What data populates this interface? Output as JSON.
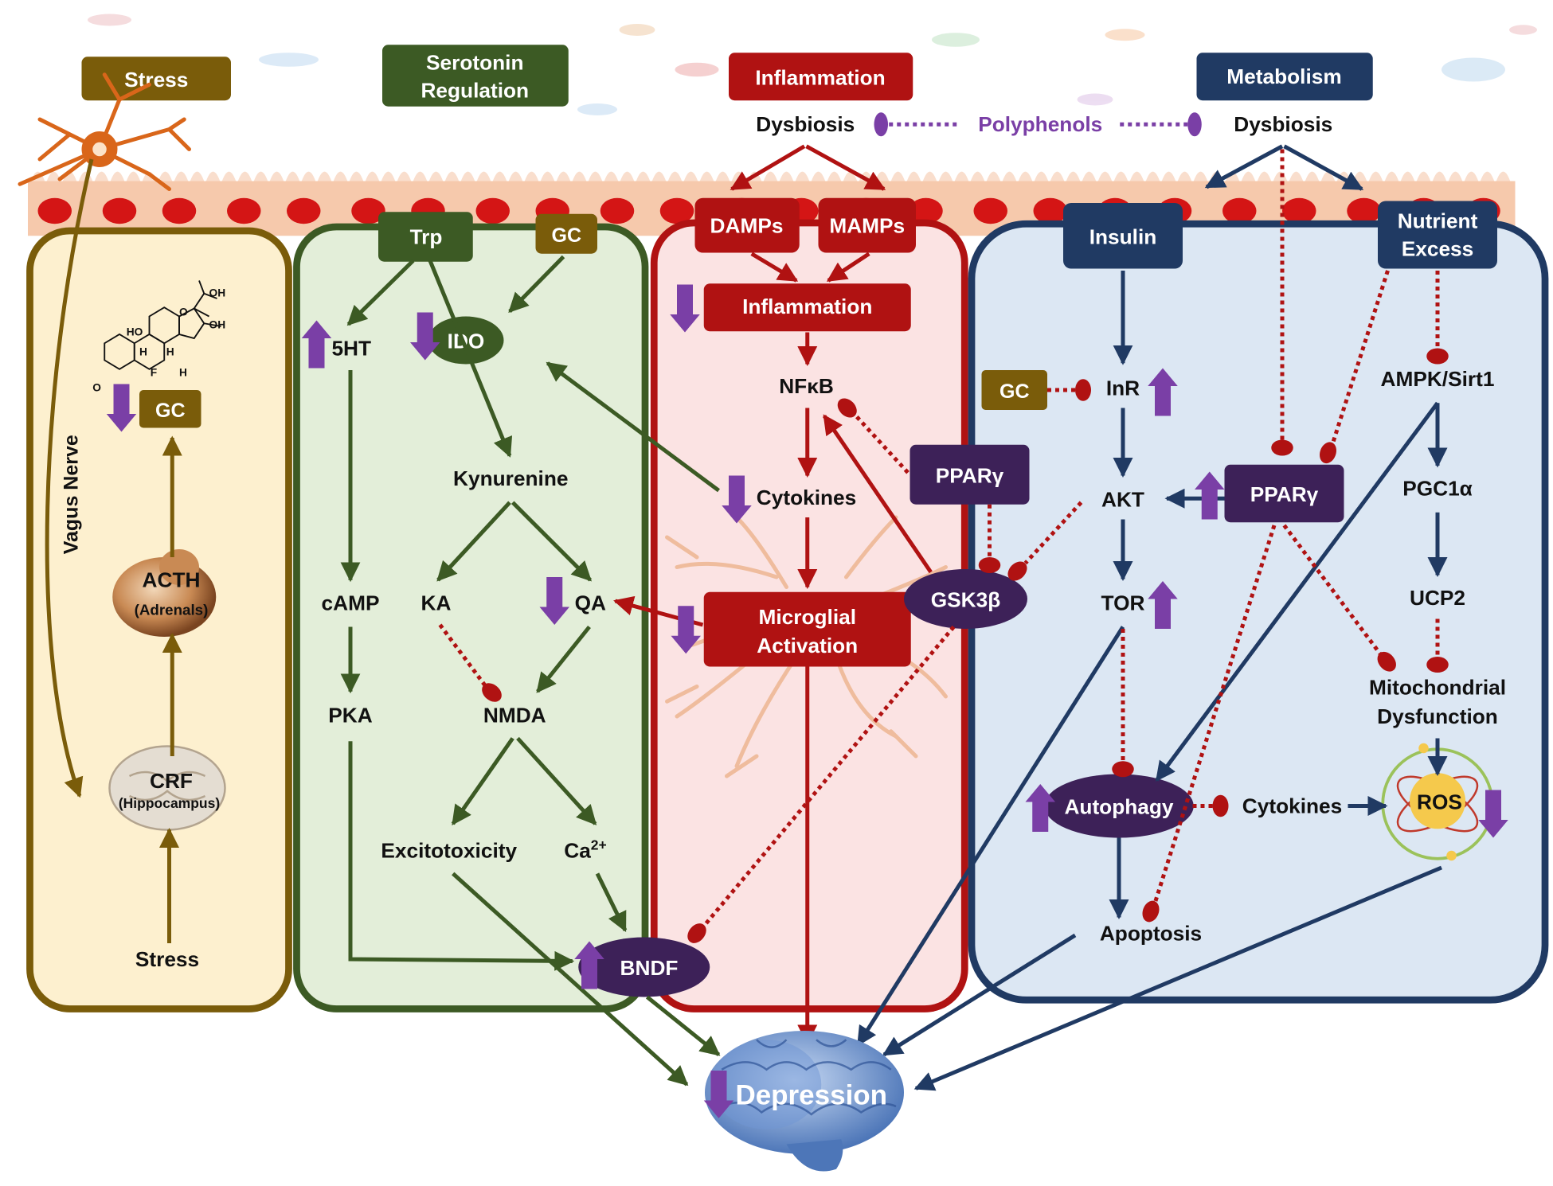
{
  "colors": {
    "stress_dark": "#7a5c0a",
    "stress_fill": "#fdf0cf",
    "serotonin_dark": "#3c5a24",
    "serotonin_fill": "#e3eed9",
    "inflammation_dark": "#b01212",
    "inflammation_fill": "#fbe3e3",
    "metabolism_dark": "#203a63",
    "metabolism_fill": "#dce7f3",
    "purple": "#3d2158",
    "arrow_purple": "#7a3fa6",
    "gut_band": "#f6c9ac",
    "blood_cell": "#d41515",
    "brain": "#6f96d3",
    "ros": "#f5c94c"
  },
  "headers": {
    "stress": "Stress",
    "serotonin_line1": "Serotonin",
    "serotonin_line2": "Regulation",
    "inflammation": "Inflammation",
    "metabolism": "Metabolism"
  },
  "top": {
    "dysbiosis_left": "Dysbiosis",
    "polyphenols": "Polyphenols",
    "dysbiosis_right": "Dysbiosis"
  },
  "stress_panel": {
    "vagus": "Vagus Nerve",
    "gc": "GC",
    "acth": "ACTH",
    "adrenals": "(Adrenals)",
    "crf": "CRF",
    "hippocampus": "(Hippocampus)",
    "stress_bottom": "Stress",
    "molecule": {
      "oh1": "OH",
      "oh2": "OH",
      "ho": "HO",
      "o1": "O",
      "o2": "O",
      "f": "F",
      "h1": "H",
      "h2": "H",
      "h3": "H"
    }
  },
  "serotonin_panel": {
    "trp": "Trp",
    "gc": "GC",
    "ht5": "5HT",
    "ido": "IDO",
    "kynurenine": "Kynurenine",
    "camp": "cAMP",
    "ka": "KA",
    "qa": "QA",
    "pka": "PKA",
    "nmda": "NMDA",
    "excitotoxicity": "Excitotoxicity",
    "ca": "Ca",
    "ca_sup": "2+",
    "bndf": "BNDF"
  },
  "inflammation_panel": {
    "damps": "DAMPs",
    "mamps": "MAMPs",
    "inflammation": "Inflammation",
    "nfkb": "NFκB",
    "cytokines": "Cytokines",
    "microglial_line1": "Microglial",
    "microglial_line2": "Activation",
    "ppar": "PPARγ",
    "gsk": "GSK3β"
  },
  "metabolism_panel": {
    "insulin": "Insulin",
    "nutrient_line1": "Nutrient",
    "nutrient_line2": "Excess",
    "gc": "GC",
    "inr": "InR",
    "ampk": "AMPK/Sirt1",
    "akt": "AKT",
    "ppar": "PPARγ",
    "pgc": "PGC1α",
    "tor": "TOR",
    "ucp2": "UCP2",
    "mito_line1": "Mitochondrial",
    "mito_line2": "Dysfunction",
    "autophagy": "Autophagy",
    "cytokines": "Cytokines",
    "ros": "ROS",
    "apoptosis": "Apoptosis"
  },
  "outcome": {
    "depression": "Depression"
  }
}
